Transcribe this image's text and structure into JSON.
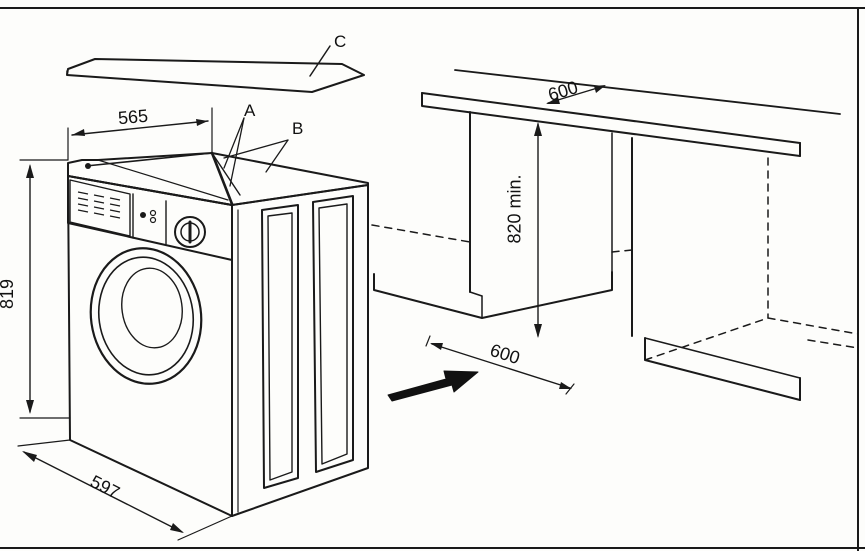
{
  "labels": {
    "a": "A",
    "b": "B",
    "c": "C",
    "top_width": "565",
    "height": "819",
    "depth": "597",
    "niche_width": "600",
    "niche_height": "820 min.",
    "niche_depth": "600"
  }
}
